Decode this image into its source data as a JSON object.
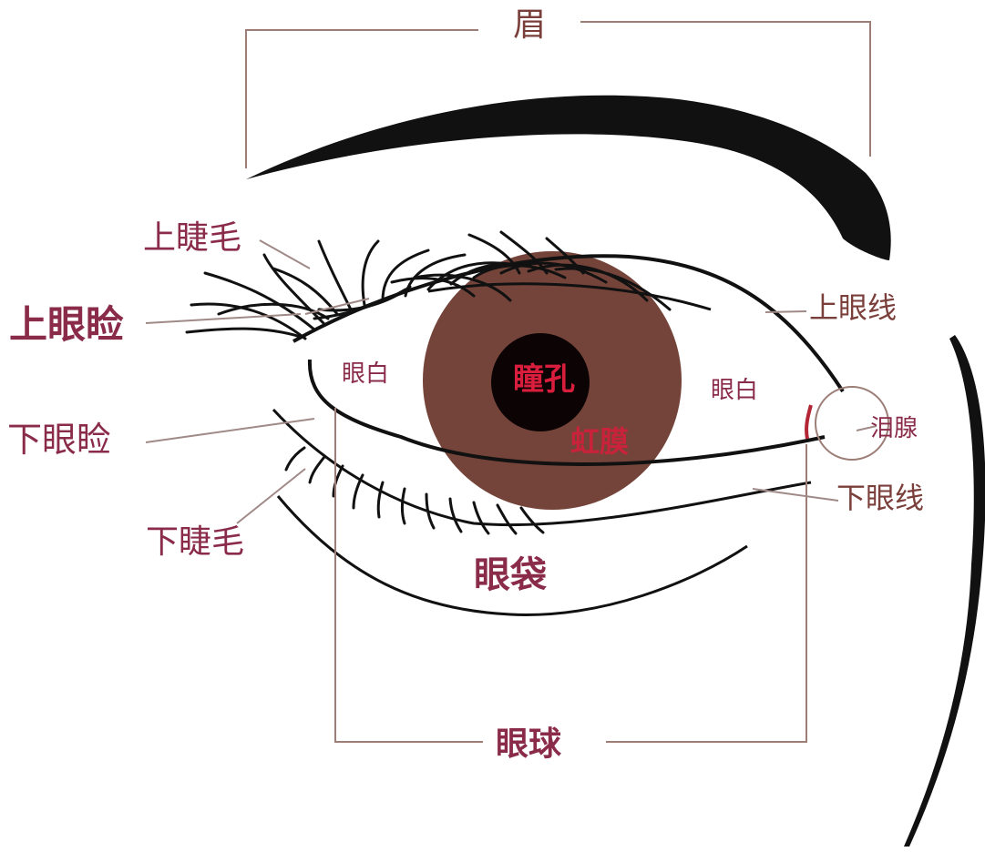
{
  "labels": {
    "brow": "眉",
    "upper_lash": "上睫毛",
    "upper_lid": "上眼睑",
    "upper_lid_line": "上眼线",
    "sclera_left": "眼白",
    "sclera_right": "眼白",
    "pupil": "瞳孔",
    "iris": "虹膜",
    "lacrimal_gland": "泪腺",
    "lower_lid": "下眼睑",
    "lower_lid_line": "下眼线",
    "lower_lash": "下睫毛",
    "eye_bag": "眼袋",
    "eyeball": "眼球"
  },
  "colors": {
    "label_maroon": "#8a2b4a",
    "label_brown": "#7a3f3a",
    "label_red": "#d81e3c",
    "iris": "#74443a",
    "pupil": "#0b0304",
    "outline": "#111111",
    "bracket": "#9c7e76",
    "leader": "#a08a88"
  }
}
